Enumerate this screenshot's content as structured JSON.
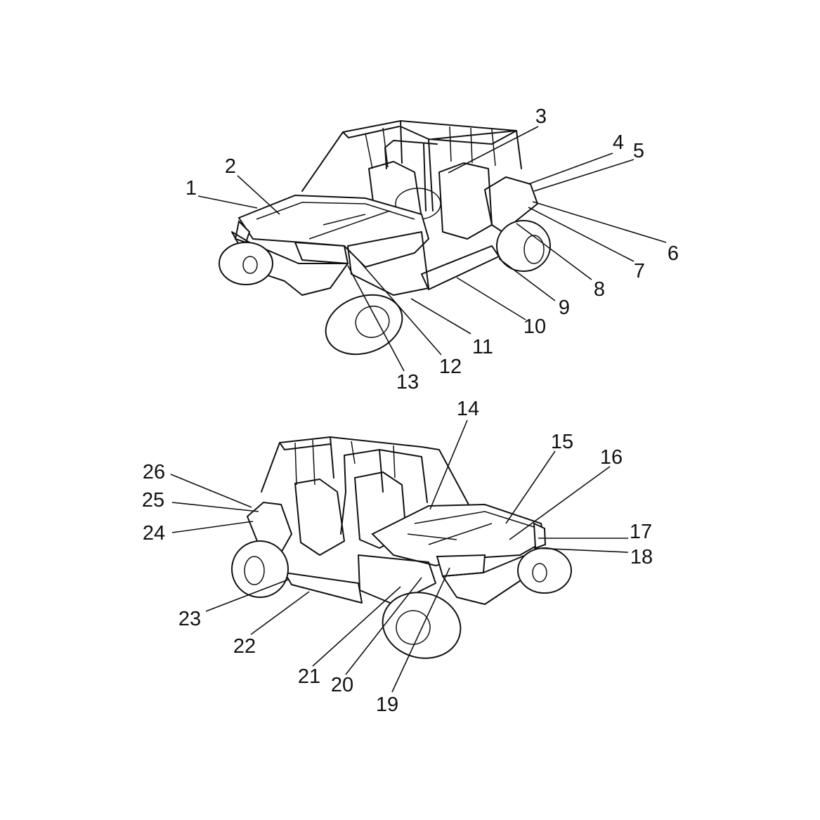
{
  "figure": {
    "upper_view": {
      "callouts": [
        "1",
        "2",
        "3",
        "4",
        "5",
        "6",
        "7",
        "8",
        "9",
        "10",
        "11",
        "12",
        "13"
      ]
    },
    "lower_view": {
      "callouts": [
        "14",
        "15",
        "16",
        "17",
        "18",
        "19",
        "20",
        "21",
        "22",
        "23",
        "24",
        "25",
        "26"
      ]
    }
  },
  "colors": {
    "line": "#111111",
    "background": "#ffffff"
  }
}
